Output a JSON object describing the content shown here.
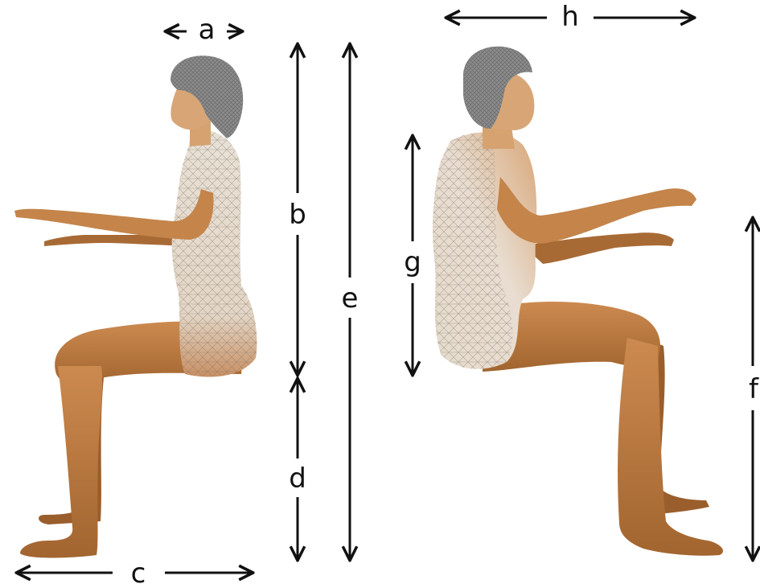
{
  "colors": {
    "skin": "#b8763f",
    "skin_dark": "#8a5426",
    "skin_light": "#dca070",
    "mesh": "#d9d0c4",
    "hair": "#8c8c8c",
    "arrow": "#111111"
  },
  "labels": {
    "a": "a",
    "b": "b",
    "c": "c",
    "d": "d",
    "e": "e",
    "f": "f",
    "g": "g",
    "h": "h"
  }
}
